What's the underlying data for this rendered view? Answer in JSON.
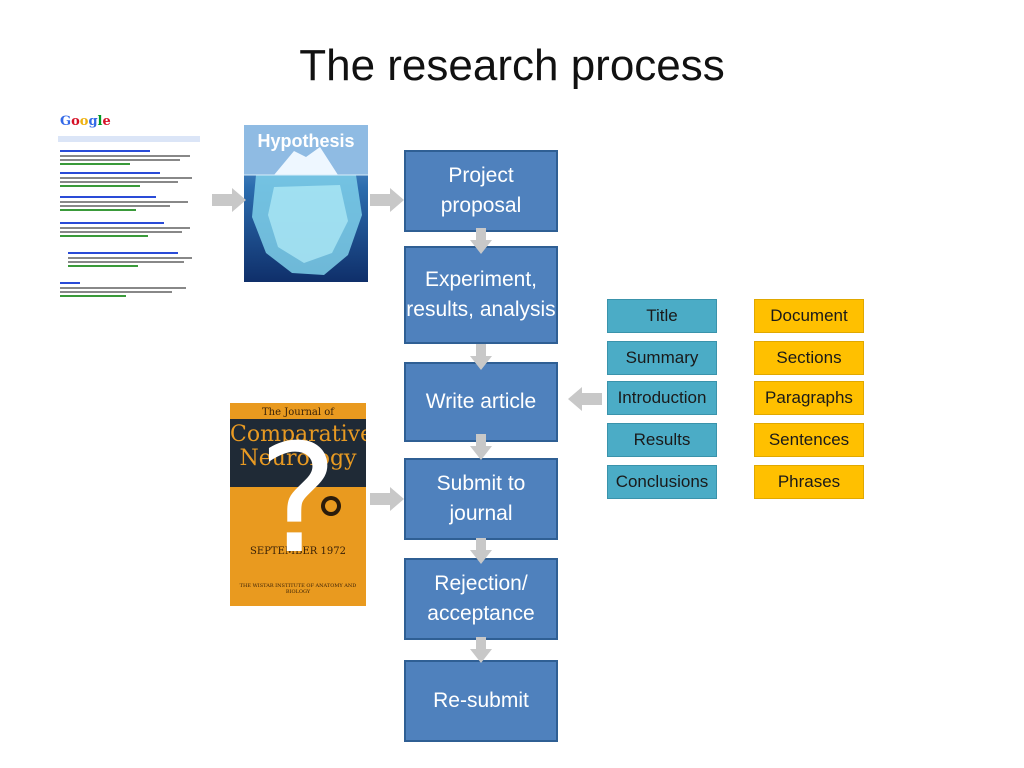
{
  "slide": {
    "title": "The research process"
  },
  "thumbnails": {
    "google": {
      "logo": "Google",
      "icon": "search-results-thumbnail"
    },
    "hypothesis": {
      "label": "Hypothesis",
      "icon": "iceberg-image"
    },
    "journal": {
      "line1": "The Journal of",
      "line2": "Comparative",
      "line3": "Neurology",
      "date": "SEPTEMBER 1972",
      "publisher": "THE WISTAR INSTITUTE OF ANATOMY AND BIOLOGY",
      "overlay": "?"
    }
  },
  "flow": [
    {
      "label": "Project proposal"
    },
    {
      "label": "Experiment, results, analysis"
    },
    {
      "label": "Write article"
    },
    {
      "label": "Submit to journal"
    },
    {
      "label": "Rejection/ acceptance"
    },
    {
      "label": "Re-submit"
    }
  ],
  "article_parts": [
    "Title",
    "Summary",
    "Introduction",
    "Results",
    "Conclusions"
  ],
  "document_levels": [
    "Document",
    "Sections",
    "Paragraphs",
    "Sentences",
    "Phrases"
  ],
  "colors": {
    "flow_box": "#4f81bd",
    "article_parts": "#4bacc6",
    "document_levels": "#ffc000",
    "arrow": "#c8c8c8"
  }
}
